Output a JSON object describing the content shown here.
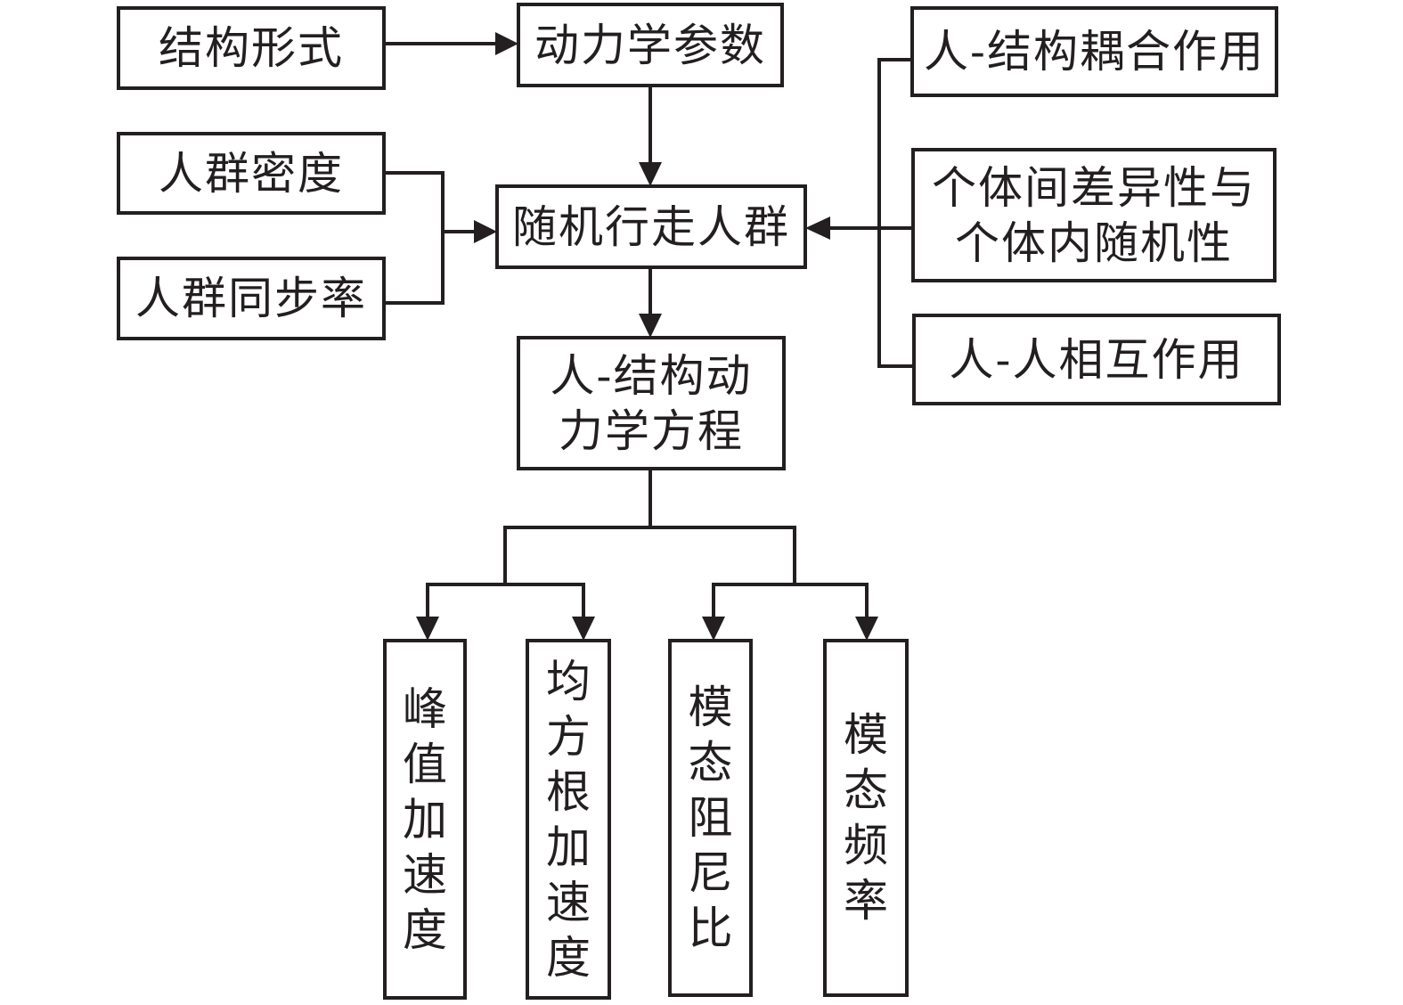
{
  "diagram": {
    "nodes": {
      "structure_form": "结构形式",
      "dynamic_params": "动力学参数",
      "crowd_density": "人群密度",
      "crowd_sync_rate": "人群同步率",
      "random_walking_crowd": "随机行走人群",
      "human_structure_equation": "人-结构动\n力学方程",
      "human_structure_coupling": "人-结构耦合作用",
      "inter_intra_variability": "个体间差异性与\n个体内随机性",
      "human_human_interaction": "人-人相互作用",
      "peak_acceleration": "峰值加速度",
      "rms_acceleration": "均方根加速度",
      "modal_damping_ratio": "模态阻尼比",
      "modal_frequency": "模态频率"
    },
    "edges": [
      {
        "from": "structure_form",
        "to": "dynamic_params"
      },
      {
        "from": "dynamic_params",
        "to": "random_walking_crowd"
      },
      {
        "from": "crowd_density",
        "to": "random_walking_crowd"
      },
      {
        "from": "crowd_sync_rate",
        "to": "random_walking_crowd"
      },
      {
        "from": "human_structure_coupling",
        "to": "random_walking_crowd"
      },
      {
        "from": "inter_intra_variability",
        "to": "random_walking_crowd"
      },
      {
        "from": "human_human_interaction",
        "to": "random_walking_crowd"
      },
      {
        "from": "random_walking_crowd",
        "to": "human_structure_equation"
      },
      {
        "from": "human_structure_equation",
        "to": "peak_acceleration"
      },
      {
        "from": "human_structure_equation",
        "to": "rms_acceleration"
      },
      {
        "from": "human_structure_equation",
        "to": "modal_damping_ratio"
      },
      {
        "from": "human_structure_equation",
        "to": "modal_frequency"
      }
    ]
  }
}
